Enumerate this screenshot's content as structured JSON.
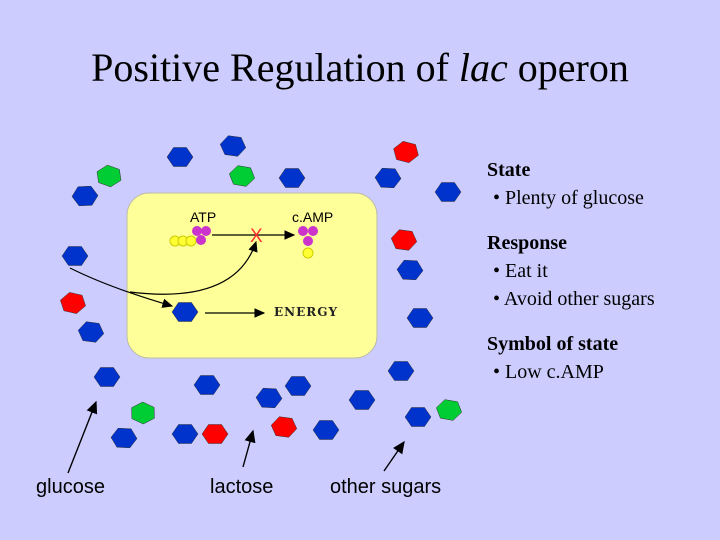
{
  "title": {
    "prefix": "Positive Regulation of ",
    "italic": "lac",
    "suffix": " operon"
  },
  "cell": {
    "atp": "ATP",
    "camp": "c.AMP",
    "blocked_mark": "X",
    "energy": "ENERGY"
  },
  "state": {
    "heading": "State",
    "items": [
      "• Plenty of glucose"
    ]
  },
  "response": {
    "heading": "Response",
    "items": [
      "• Eat it",
      "• Avoid other sugars"
    ]
  },
  "symbol": {
    "heading": "Symbol of state",
    "items": [
      "• Low c.AMP"
    ]
  },
  "legend": {
    "glucose": "glucose",
    "lactose": "lactose",
    "other": "other sugars"
  },
  "colors": {
    "background": "#ccccff",
    "cell": "#ffff99",
    "glucose": "#0033cc",
    "lactose": "#ff0000",
    "other": "#00cc33",
    "phosphate": "#cc33cc",
    "adenosine": "#ffff33",
    "red_x": "#ff3333"
  }
}
